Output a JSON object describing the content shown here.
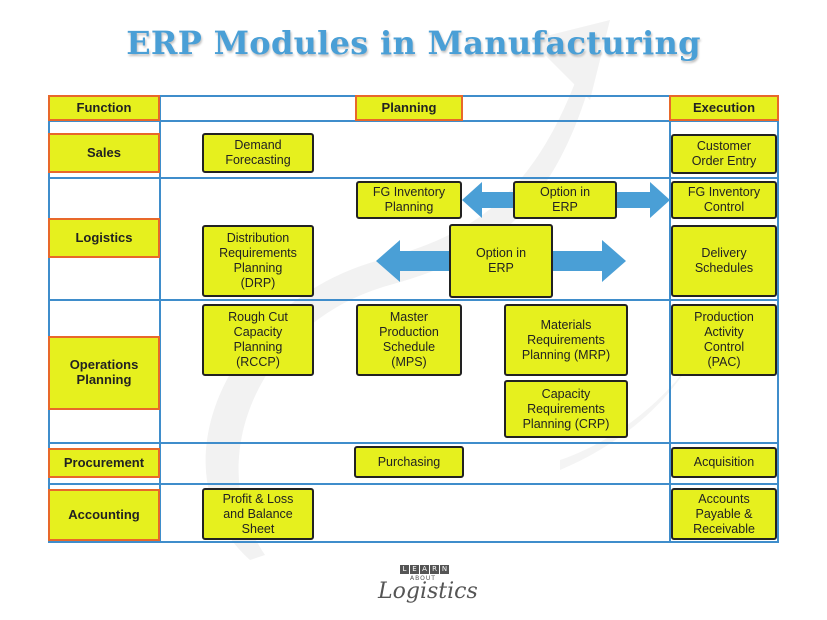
{
  "title": "ERP Modules in Manufacturing",
  "headers": {
    "function": "Function",
    "planning": "Planning",
    "execution": "Execution"
  },
  "rows": {
    "sales": "Sales",
    "logistics": "Logistics",
    "operations": "Operations\nPlanning",
    "procurement": "Procurement",
    "accounting": "Accounting"
  },
  "planning_boxes": {
    "demand_forecasting": "Demand\nForecasting",
    "fg_inventory_planning": "FG Inventory\nPlanning",
    "option_erp_small": "Option in\nERP",
    "drp": "Distribution\nRequirements\nPlanning\n(DRP)",
    "option_erp_large": "Option in\nERP",
    "rccp": "Rough Cut\nCapacity\nPlanning\n(RCCP)",
    "mps": "Master\nProduction\nSchedule\n(MPS)",
    "mrp": "Materials\nRequirements\nPlanning (MRP)",
    "crp": "Capacity\nRequirements\nPlanning (CRP)",
    "purchasing": "Purchasing",
    "profit_loss": "Profit & Loss\nand Balance\nSheet"
  },
  "execution_boxes": {
    "customer_order_entry": "Customer\nOrder Entry",
    "fg_inventory_control": "FG Inventory\nControl",
    "delivery_schedules": "Delivery\nSchedules",
    "pac": "Production\nActivity\nControl\n(PAC)",
    "acquisition": "Acquisition",
    "accounts": "Accounts\nPayable &\nReceivable"
  },
  "logo": {
    "letters": [
      "L",
      "E",
      "A",
      "R",
      "N"
    ],
    "about": "ABOUT",
    "word": "ogistics",
    "initial": "L"
  },
  "colors": {
    "title": "#4a9fd6",
    "box_fill": "#e6f01e",
    "label_border": "#e8682a",
    "grid": "#3f8dcb",
    "arrow": "#4a9fd6"
  }
}
